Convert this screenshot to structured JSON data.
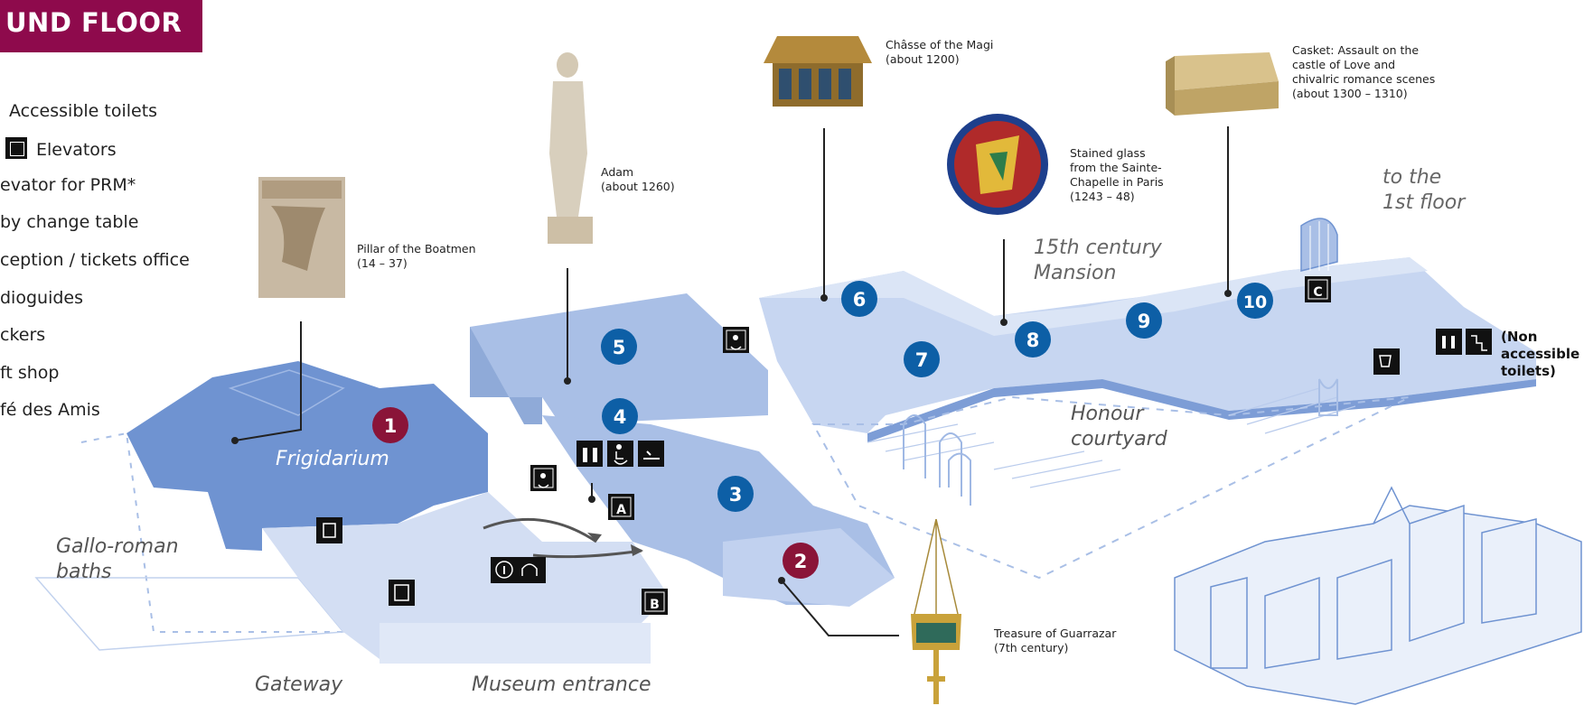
{
  "header": {
    "title": "UND FLOOR"
  },
  "colors": {
    "title_bar": "#8e0a4c",
    "room_primary": "#6f93d1",
    "room_secondary": "#a9bfe6",
    "room_light": "#d3def3",
    "marker_blue": "#0d5fa6",
    "marker_red": "#8a1438",
    "line": "#222222"
  },
  "legend": {
    "items": [
      {
        "label": "Accessible toilets",
        "icon": "accessible-toilets-icon"
      },
      {
        "label": "Elevators",
        "icon": "elevator-icon"
      },
      {
        "label": "evator for PRM*",
        "icon": "prm-elevator-icon"
      },
      {
        "label": "by change table",
        "icon": "baby-change-icon"
      },
      {
        "label": "ception / tickets office",
        "icon": "info-icon"
      },
      {
        "label": "dioguides",
        "icon": "audioguide-icon"
      },
      {
        "label": "ckers",
        "icon": "locker-icon"
      },
      {
        "label": "ft shop",
        "icon": "shop-icon"
      },
      {
        "label": "fé des Amis",
        "icon": "cafe-icon"
      }
    ]
  },
  "artworks": [
    {
      "name": "Pillar of the Boatmen",
      "date": "(14 – 37)"
    },
    {
      "name": "Adam",
      "date": "(about 1260)"
    },
    {
      "name": "Châsse of the Magi",
      "date": "(about 1200)"
    },
    {
      "name": "Stained glass from the Sainte-Chapelle in Paris",
      "lines": [
        "Stained glass",
        "from the Sainte-",
        "Chapelle in Paris"
      ],
      "date": "(1243 – 48)"
    },
    {
      "name": "Casket: Assault on the castle of Love and chivalric romance scenes",
      "lines": [
        "Casket: Assault on the",
        "castle of Love and",
        "chivalric romance scenes"
      ],
      "date": "(about 1300 – 1310)"
    },
    {
      "name": "Treasure of Guarrazar",
      "date": "(7th century)"
    }
  ],
  "areas": {
    "frigidarium": "Frigidarium",
    "gallo_roman": [
      "Gallo-roman",
      "baths"
    ],
    "gateway": "Gateway",
    "museum_entrance": "Museum entrance",
    "honour_courtyard": [
      "Honour",
      "courtyard"
    ],
    "mansion": [
      "15th century",
      "Mansion"
    ],
    "first_floor": [
      "to the",
      "1st floor"
    ]
  },
  "rooms": [
    {
      "number": "1",
      "color": "red"
    },
    {
      "number": "2",
      "color": "red"
    },
    {
      "number": "3",
      "color": "blue"
    },
    {
      "number": "4",
      "color": "blue"
    },
    {
      "number": "5",
      "color": "blue"
    },
    {
      "number": "6",
      "color": "blue"
    },
    {
      "number": "7",
      "color": "blue"
    },
    {
      "number": "8",
      "color": "blue"
    },
    {
      "number": "9",
      "color": "blue"
    },
    {
      "number": "10",
      "color": "blue"
    }
  ],
  "elevator_letters": {
    "a": "A",
    "b": "B",
    "c": "C"
  },
  "non_accessible_toilets": [
    "(Non",
    "accessible",
    "toilets)"
  ]
}
